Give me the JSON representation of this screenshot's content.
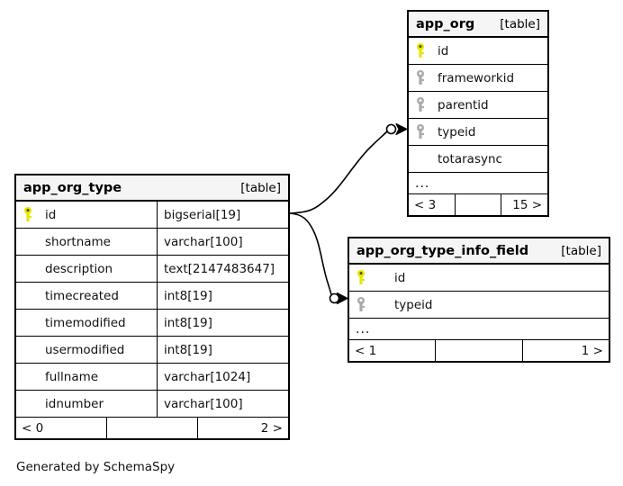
{
  "diagram": {
    "caption": "Generated by SchemaSpy",
    "kind_label": "[table]"
  },
  "tables": [
    {
      "id": "app_org",
      "name": "app_org",
      "kind": "[table]",
      "columns": [
        {
          "name": "id",
          "key": "primary",
          "type": ""
        },
        {
          "name": "frameworkid",
          "key": "foreign",
          "type": ""
        },
        {
          "name": "parentid",
          "key": "foreign",
          "type": ""
        },
        {
          "name": "typeid",
          "key": "foreign",
          "type": ""
        },
        {
          "name": "totarasync",
          "key": "none",
          "type": ""
        }
      ],
      "more_indicator": "...",
      "footer": {
        "left": "< 3",
        "middle": "",
        "right": "15 >"
      }
    },
    {
      "id": "app_org_type",
      "name": "app_org_type",
      "kind": "[table]",
      "columns": [
        {
          "name": "id",
          "key": "primary",
          "type": "bigserial[19]"
        },
        {
          "name": "shortname",
          "key": "none",
          "type": "varchar[100]"
        },
        {
          "name": "description",
          "key": "none",
          "type": "text[2147483647]"
        },
        {
          "name": "timecreated",
          "key": "none",
          "type": "int8[19]"
        },
        {
          "name": "timemodified",
          "key": "none",
          "type": "int8[19]"
        },
        {
          "name": "usermodified",
          "key": "none",
          "type": "int8[19]"
        },
        {
          "name": "fullname",
          "key": "none",
          "type": "varchar[1024]"
        },
        {
          "name": "idnumber",
          "key": "none",
          "type": "varchar[100]"
        }
      ],
      "more_indicator": "",
      "footer": {
        "left": "< 0",
        "middle": "",
        "right": "2 >"
      }
    },
    {
      "id": "app_org_type_info_field",
      "name": "app_org_type_info_field",
      "kind": "[table]",
      "columns": [
        {
          "name": "id",
          "key": "primary",
          "type": ""
        },
        {
          "name": "typeid",
          "key": "foreign",
          "type": ""
        }
      ],
      "more_indicator": "...",
      "footer": {
        "left": "< 1",
        "middle": "",
        "right": "1 >"
      }
    }
  ],
  "relationships": [
    {
      "from": "app_org_type.id",
      "to": "app_org.typeid"
    },
    {
      "from": "app_org_type.id",
      "to": "app_org_type_info_field.typeid"
    }
  ],
  "colors": {
    "primary_key": "#e6e600",
    "foreign_key": "#aaaaaa",
    "border": "#000000",
    "header_bg": "#f5f5f5",
    "background": "#ffffff"
  }
}
